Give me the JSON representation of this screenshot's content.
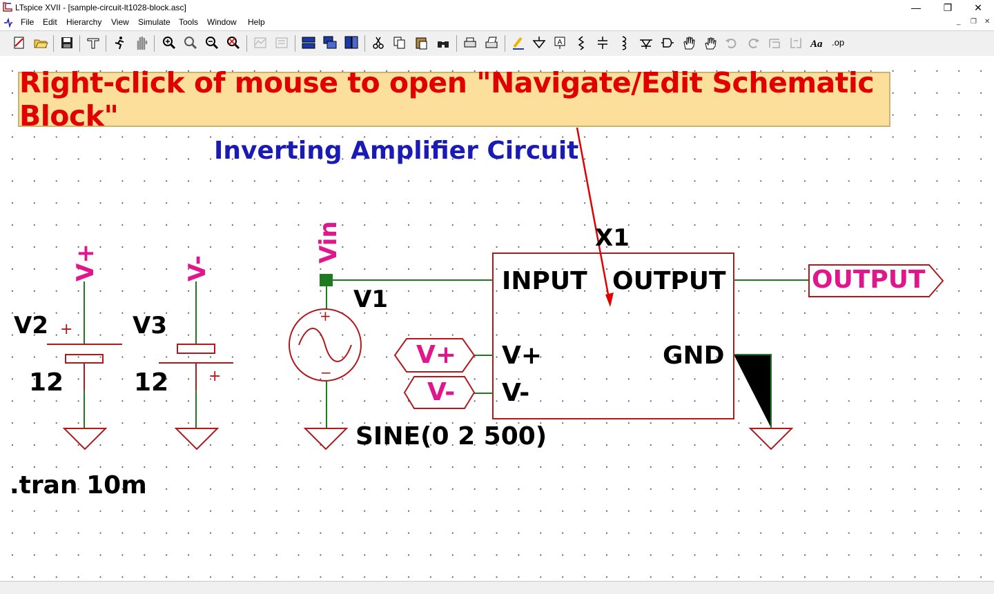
{
  "window": {
    "title": "LTspice XVII - [sample-circuit-lt1028-block.asc]",
    "minimize_label": "—",
    "maximize_label": "❐",
    "close_label": "✕"
  },
  "menu": {
    "items": [
      "File",
      "Edit",
      "Hierarchy",
      "View",
      "Simulate",
      "Tools",
      "Window",
      "Help"
    ],
    "mdi_minimize": "_",
    "mdi_restore": "❐",
    "mdi_close": "✕"
  },
  "toolbar": {
    "buttons": [
      "new-schematic-icon",
      "open-icon",
      "save-icon",
      "control-panel-icon",
      "run-icon",
      "halt-icon",
      "zoom-in-icon",
      "zoom-pan-icon",
      "zoom-out-icon",
      "zoom-fit-icon",
      "autorange-icon",
      "zoom-plot-icon",
      "tile-horizontal-icon",
      "cascade-icon",
      "tile-vertical-icon",
      "cut-icon",
      "copy-icon",
      "paste-icon",
      "find-icon",
      "print-icon",
      "print-setup-icon",
      "draw-wire-icon",
      "ground-icon",
      "label-net-icon",
      "resistor-icon",
      "capacitor-icon",
      "inductor-icon",
      "diode-icon",
      "component-icon",
      "move-icon",
      "drag-icon",
      "undo-icon",
      "redo-icon",
      "rotate-icon",
      "mirror-icon",
      "text-icon",
      "spice-directive-icon"
    ]
  },
  "schematic": {
    "callout": "Right-click of mouse to open \"Navigate/Edit Schematic Block\"",
    "title": "Inverting Amplifier Circuit",
    "v2_name": "V2",
    "v2_value": "12",
    "v2_net": "V+",
    "v3_name": "V3",
    "v3_value": "12",
    "v3_net": "V-",
    "v1_name": "V1",
    "v1_net": "Vin",
    "v1_value": "SINE(0 2 500)",
    "block_name": "X1",
    "pin_input": "INPUT",
    "pin_output": "OUTPUT",
    "pin_vplus": "V+",
    "pin_vminus": "V-",
    "pin_gnd": "GND",
    "port_vplus": "V+",
    "port_vminus": "V-",
    "port_output": "OUTPUT",
    "directive": ".tran 10m",
    "plus": "+",
    "minus": "−"
  },
  "colors": {
    "wire": "#1e7a1e",
    "symbol": "#b0181c",
    "net_label": "#e0168c",
    "title": "#1a1ab4",
    "callout_text": "#e00000",
    "callout_bg": "#fbdf9a"
  }
}
